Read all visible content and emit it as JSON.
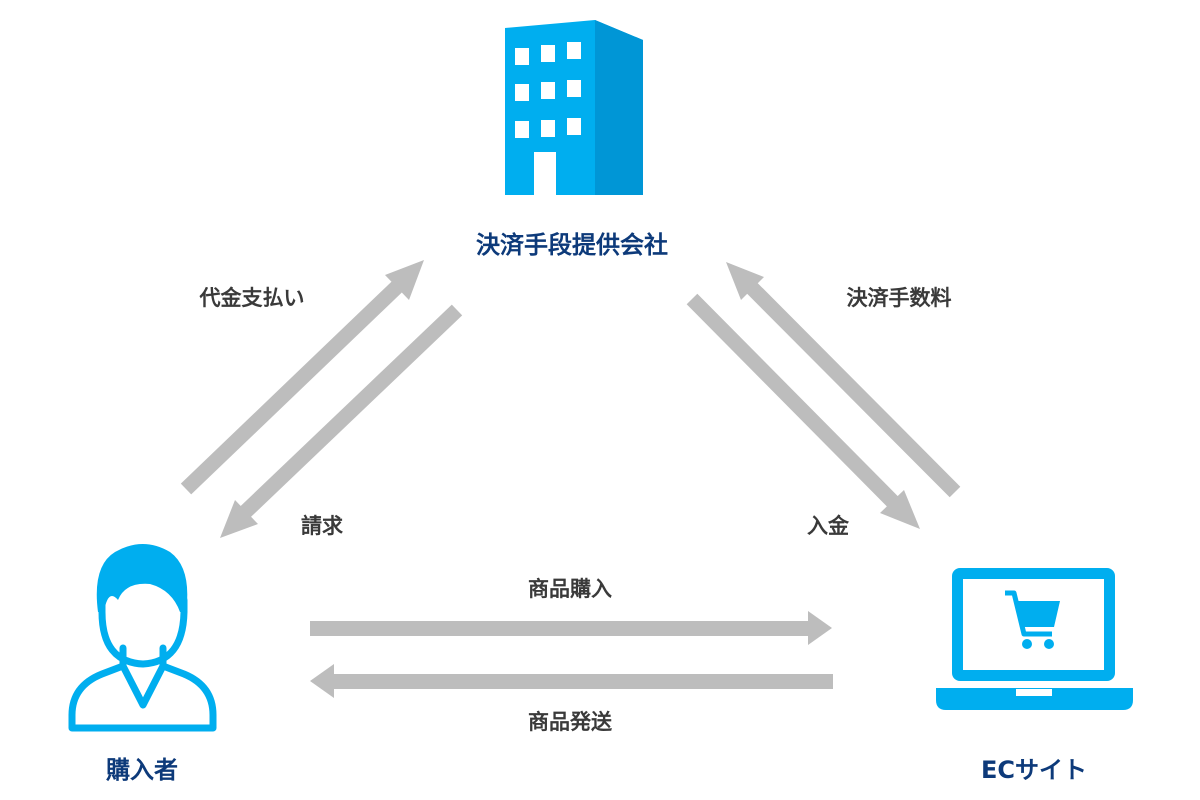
{
  "actors": {
    "provider": {
      "label": "決済手段提供会社",
      "icon": "building-icon"
    },
    "buyer": {
      "label": "購入者",
      "icon": "person-icon"
    },
    "ec_site": {
      "label": "ECサイト",
      "icon": "laptop-cart-icon"
    }
  },
  "flows": {
    "payment": "代金支払い",
    "billing": "請求",
    "fee": "決済手数料",
    "deposit": "入金",
    "purchase": "商品購入",
    "shipping": "商品発送"
  },
  "colors": {
    "icon": "#00aeef",
    "arrow": "#bdbdbd",
    "actor_label": "#0d3a7a",
    "flow_label": "#3a3a3a"
  }
}
